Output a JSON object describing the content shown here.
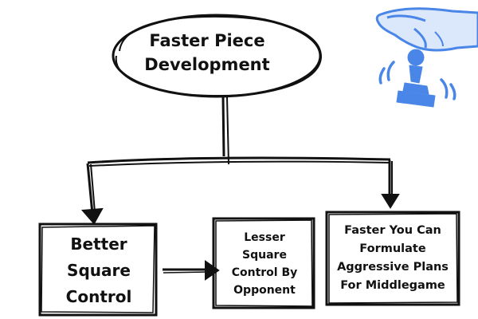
{
  "root": {
    "label": "Faster Piece Development"
  },
  "children": [
    {
      "label": "Better Square Control"
    },
    {
      "label": "Lesser Square Control By Opponent"
    },
    {
      "label": "Faster You Can Formulate Aggressive Plans For Middlegame"
    }
  ],
  "colors": {
    "ink": "#111111",
    "icon_fill": "#4a86e8",
    "icon_light": "#dbe7fb",
    "background": "#ffffff"
  },
  "icons": {
    "corner": "hand-holding-chess-pawn-icon"
  }
}
